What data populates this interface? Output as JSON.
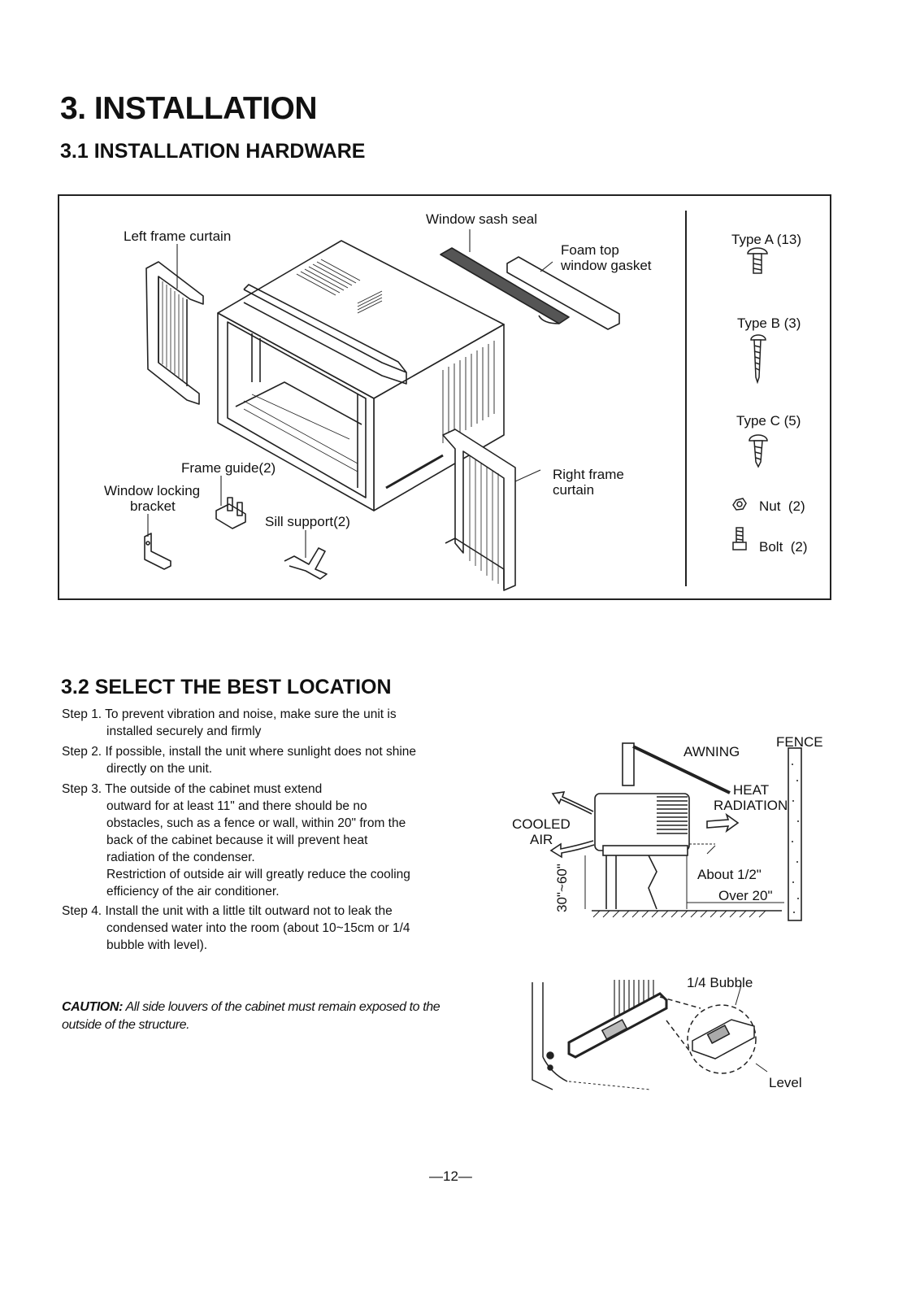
{
  "heading": "3. INSTALLATION",
  "section1": {
    "title": "3.1 INSTALLATION HARDWARE",
    "labels": {
      "left_frame_curtain": "Left frame curtain",
      "window_sash_seal": "Window sash seal",
      "foam_top_1": "Foam top",
      "foam_top_2": "window gasket",
      "frame_guide": "Frame guide(2)",
      "window_locking_1": "Window locking",
      "window_locking_2": "bracket",
      "sill_support": "Sill support(2)",
      "right_frame_1": "Right frame",
      "right_frame_2": "curtain"
    },
    "parts": [
      {
        "label": "Type A (13)",
        "icon": "screw-type-a-icon"
      },
      {
        "label": "Type B (3)",
        "icon": "screw-type-b-icon"
      },
      {
        "label": "Type C (5)",
        "icon": "screw-type-c-icon"
      },
      {
        "label": "Nut  (2)",
        "icon": "nut-icon"
      },
      {
        "label": "Bolt  (2)",
        "icon": "bolt-icon"
      }
    ]
  },
  "section2": {
    "title": "3.2 SELECT THE BEST LOCATION",
    "steps": [
      {
        "prefix": "Step 1.",
        "text": "To prevent vibration and noise, make sure the unit is",
        "cont": [
          "installed securely and firmly"
        ]
      },
      {
        "prefix": "Step 2.",
        "text": "If possible, install the unit where sunlight does not shine",
        "cont": [
          "directly on the unit."
        ]
      },
      {
        "prefix": "Step 3.",
        "text": "The outside of the cabinet must extend",
        "cont": [
          "outward for at least 11\" and there should be no",
          "obstacles, such as a fence or wall, within 20\" from the",
          "back of the cabinet because it will prevent heat",
          "radiation of the condenser.",
          "Restriction of outside air will greatly reduce the cooling",
          "efficiency of the air conditioner."
        ]
      },
      {
        "prefix": "Step 4.",
        "text": "Install the unit with a little tilt outward not to leak the",
        "cont": [
          "condensed water into the room (about 10~15cm or 1/4",
          "bubble with level)."
        ]
      }
    ],
    "caution_label": "CAUTION:",
    "caution_text": "All side louvers of the cabinet must remain exposed to the outside of the structure.",
    "diagram1": {
      "awning": "AWNING",
      "fence": "FENCE",
      "heat": "HEAT",
      "radiation": "RADIATION",
      "cooled": "COOLED",
      "air": "AIR",
      "height": "30\"~60\"",
      "about": "About 1/2\"",
      "over": "Over 20\""
    },
    "diagram2": {
      "bubble": "1/4 Bubble",
      "level": "Level"
    }
  },
  "page_number": "—12—"
}
